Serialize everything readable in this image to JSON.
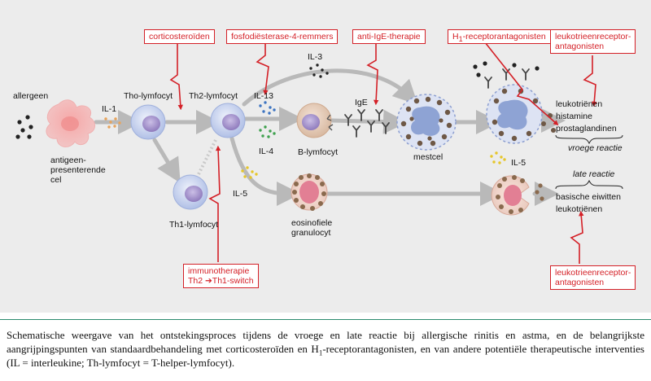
{
  "labels": {
    "allergen": "allergeen",
    "apc_line1": "antigeen-",
    "apc_line2": "presenterende",
    "apc_line3": "cel",
    "il1": "IL-1",
    "th0": "Tho-lymfocyt",
    "th1": "Th1-lymfocyt",
    "th2": "Th2-lymfocyt",
    "il3": "IL-3",
    "il13": "IL-13",
    "il4": "IL-4",
    "il5_left": "IL-5",
    "il5_right": "IL-5",
    "ige": "IgE",
    "bcell": "B-lymfocyt",
    "mastcell": "mestcel",
    "eos_line1": "eosinofiele",
    "eos_line2": "granulocyt",
    "early_products": [
      "leukotriënen",
      "histamine",
      "prostaglandinen"
    ],
    "early_reaction": "vroege reactie",
    "late_reaction": "late reactie",
    "late_products": [
      "basische eiwitten",
      "leukotriënen"
    ]
  },
  "interventions": {
    "corticosteroids": "corticosteroïden",
    "pde4": "fosfodiësterase-4-remmers",
    "anti_ige": "anti-IgE-therapie",
    "h1_prefix": "H",
    "h1_sub": "1",
    "h1_suffix": "-receptorantagonisten",
    "lt_top_line1": "leukotrieenreceptor-",
    "lt_top_line2": "antagonisten",
    "immuno_line1": "immunotherapie",
    "immuno_line2": "Th2 ➔Th1-switch",
    "lt_bottom_line1": "leukotrieenreceptor-",
    "lt_bottom_line2": "antagonisten"
  },
  "caption": {
    "part1": "Schematische weergave van het ontstekingsproces tijdens de vroege en late reactie bij allergische rinitis en astma, en de belangrijkste aangrijpingspunten van standaardbehandeling met corticosteroïden en H",
    "sub": "1",
    "part2": "-receptorantagonisten, en van andere potentiële therapeutische interventies (IL = interleukine; Th-lymfocyt = T-helper-lymfocyt)."
  },
  "colors": {
    "panel": "#ececec",
    "accent_red": "#d42027",
    "arrow_grey": "#b9b9b9",
    "rule_green": "#2b8a6e",
    "cell_blue": "#b5c4e8",
    "nucleus_purple": "#9f8cc6",
    "eosinophil_pink": "#e49ba6",
    "granule_brown": "#8a6a4e",
    "il_orange": "#e8a35a",
    "il_yellow": "#e6c62a",
    "il_green": "#3fa14e",
    "il_blue": "#3d74c1"
  }
}
